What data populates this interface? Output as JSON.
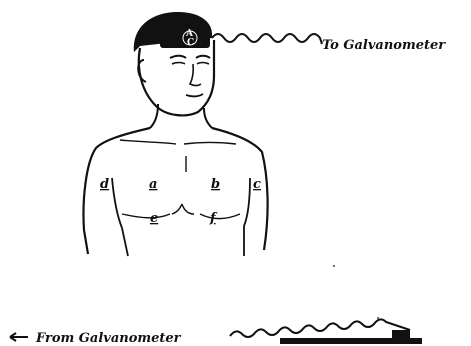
{
  "diagram": {
    "to_label": "To Galvanometer",
    "from_label": "From Galvanometer",
    "electrode_labels": {
      "a": "a",
      "b": "b",
      "c": "c",
      "d": "d",
      "e": "e",
      "f": "f"
    },
    "headband_labels": {
      "top": "A",
      "bottom": "C"
    }
  }
}
